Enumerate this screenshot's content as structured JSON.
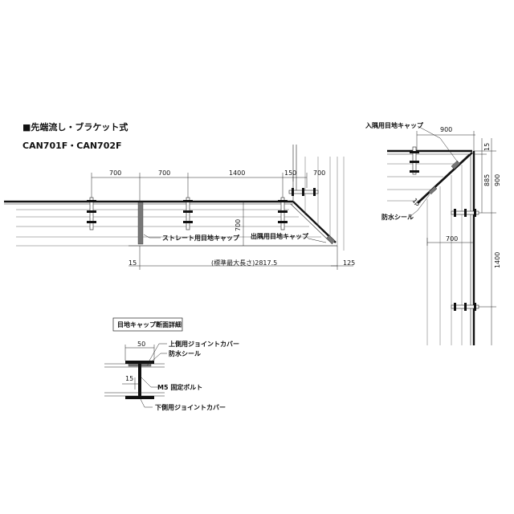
{
  "title": {
    "heading": "■先端流し・ブラケット式",
    "model": "CAN701F・CAN702F"
  },
  "left_plan": {
    "top_dims": [
      "700",
      "700",
      "1400",
      "150",
      "700"
    ],
    "side_dim": "700",
    "bottom_left_dim": "15",
    "overall": "(標準最大長さ)2817.5",
    "right_dim": "125",
    "label_straight": "ストレート用目地キャップ",
    "label_outside": "出隅用目地キャップ"
  },
  "right_plan": {
    "label_inside": "入隅用目地キャップ",
    "top_dim": "900",
    "right_dims": [
      "15",
      "885",
      "900",
      "1400"
    ],
    "mid_dim": "700",
    "small_dim": "15",
    "label_seal": "防水シール"
  },
  "detail": {
    "box_title": "目地キャップ断面詳細",
    "dim_50": "50",
    "dim_15": "15",
    "label_upper_cover": "上側用ジョイントカバー",
    "label_seal": "防水シール",
    "label_bolt": "M5 固定ボルト",
    "label_lower_cover": "下側用ジョイントカバー"
  }
}
